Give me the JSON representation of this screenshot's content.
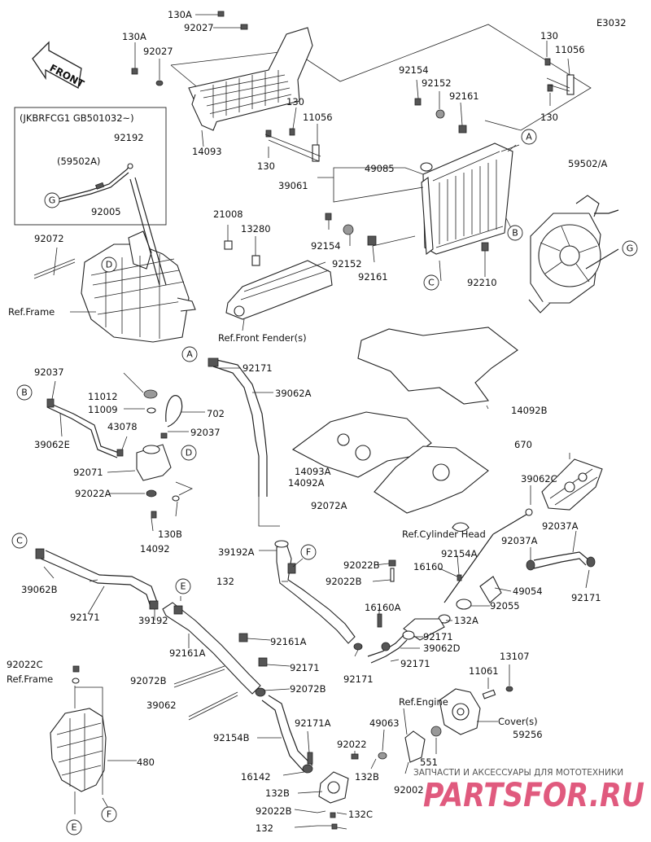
{
  "diagram_code": "E3032",
  "front_label": "FRONT",
  "applicability_note": "(JKBRFCG1 GB501032~)",
  "watermark": {
    "sub": "ЗАПЧАСТИ И АКСЕССУАРЫ ДЛЯ МОТОТЕХНИКИ",
    "brand": "PARTSFOR.RU"
  },
  "labels": [
    "130A",
    "92027",
    "130A",
    "92027",
    "14093",
    "130",
    "11056",
    "130",
    "130",
    "11056",
    "130",
    "92154",
    "92152",
    "92161",
    "49085",
    "39061",
    "59502/A",
    "92154",
    "92152",
    "92161",
    "92210",
    "21008",
    "13280",
    "Ref.Front Fender(s)",
    "92192",
    "(59502A)",
    "92005",
    "92072",
    "Ref.Frame",
    "92171",
    "39062A",
    "14092B",
    "92037",
    "11012",
    "11009",
    "702",
    "92037",
    "39062E",
    "43078",
    "92071",
    "92022A",
    "130B",
    "14092",
    "14093A",
    "14092A",
    "92072A",
    "Ref.Cylinder Head",
    "670",
    "39062C",
    "92037A",
    "92037A",
    "92171",
    "39192A",
    "132",
    "92022B",
    "92022B",
    "92154A",
    "16160",
    "49054",
    "92055",
    "132A",
    "16160A",
    "92171",
    "39062D",
    "92171",
    "92171",
    "39062B",
    "92171",
    "39192",
    "92161A",
    "92161A",
    "92171",
    "92072B",
    "92072B",
    "39062",
    "92154B",
    "92022C",
    "Ref.Frame",
    "480",
    "13107",
    "11061",
    "Ref.Engine",
    "Cover(s)",
    "59256",
    "49063",
    "551",
    "92002",
    "92022",
    "132B",
    "92171A",
    "16142",
    "132B",
    "92022B",
    "132C",
    "132"
  ],
  "callouts": [
    "A",
    "B",
    "C",
    "G",
    "D",
    "G",
    "A",
    "B",
    "D",
    "C",
    "F",
    "E",
    "E",
    "F"
  ]
}
